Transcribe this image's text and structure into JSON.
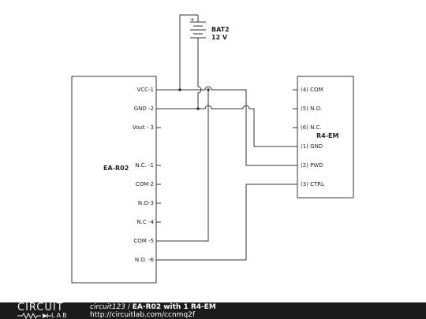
{
  "diagram": {
    "left_block": {
      "name": "EA-R02",
      "pins": [
        "VCC-1",
        "GND -2",
        "Vout - 3",
        "N.C. -1",
        "COM-2",
        "N.O-3",
        "N.C -4",
        "COM -5",
        "N.O. -6"
      ]
    },
    "right_block": {
      "name": "R4-EM",
      "pins": [
        "(4) COM",
        "(5) N.O.",
        "(6) N.C.",
        "(1) GND",
        "(2) PWD",
        "(3) CTRL"
      ]
    },
    "battery": {
      "name": "BAT2",
      "voltage": "12 V",
      "polarity": "+"
    }
  },
  "footer": {
    "logo_top": "CIRCUIT",
    "logo_bottom": "LAB",
    "user": "circuit123",
    "separator": " / ",
    "title": "EA-R02 with 1 R4-EM",
    "url": "http://circuitlab.com/ccnmq2f"
  }
}
